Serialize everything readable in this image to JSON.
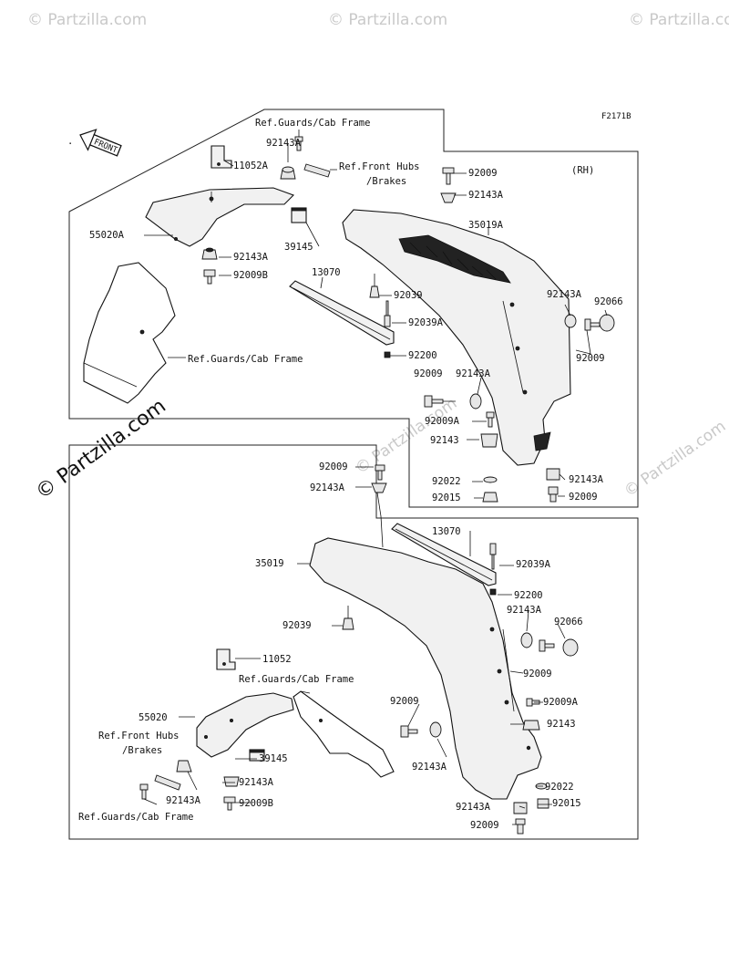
{
  "figure_code": "F2171B",
  "watermark": "© Partzilla.com",
  "front_label": "FRONT",
  "rh_label": "(RH)",
  "labels_top": {
    "ref_guards_cab_frame_1": "Ref.Guards/Cab Frame",
    "p92143A_a": "92143A",
    "p11052A": "11052A",
    "ref_front_hubs_1": "Ref.Front Hubs",
    "brakes_1": "/Brakes",
    "p92009_a": "92009",
    "p92143A_b": "92143A",
    "p55020A": "55020A",
    "p35019A": "35019A",
    "p92143A_c": "92143A",
    "p39145_a": "39145",
    "p92009B_a": "92009B",
    "p13070_a": "13070",
    "p92039_a": "92039",
    "p92143A_d": "92143A",
    "p92066_a": "92066",
    "p92039A_a": "92039A",
    "p92009_b": "92009",
    "ref_guards_cab_frame_2": "Ref.Guards/Cab Frame",
    "p92200_a": "92200",
    "p92009_c": "92009",
    "p92143A_e": "92143A",
    "p92009A_a": "92009A",
    "p92143_a": "92143",
    "p92022_a": "92022",
    "p92143A_f": "92143A",
    "p92015_a": "92015",
    "p92009_d": "92009"
  },
  "labels_bottom": {
    "p92009_e": "92009",
    "p92143A_g": "92143A",
    "p13070_b": "13070",
    "p35019": "35019",
    "p92039A_b": "92039A",
    "p92200_b": "92200",
    "p92143A_h": "92143A",
    "p92039_b": "92039",
    "p92066_b": "92066",
    "p11052": "11052",
    "p92009_f": "92009",
    "ref_guards_cab_frame_3": "Ref.Guards/Cab Frame",
    "p92009A_b": "92009A",
    "p92009_g": "92009",
    "p55020": "55020",
    "p92143_b": "92143",
    "ref_front_hubs_2": "Ref.Front Hubs",
    "brakes_2": "/Brakes",
    "p39145_b": "39145",
    "p92143A_i": "92143A",
    "p92143A_j": "92143A",
    "p92022_b": "92022",
    "p92143A_k": "92143A",
    "p92009B_b": "92009B",
    "p92015_b": "92015",
    "ref_guards_cab_frame_4": "Ref.Guards/Cab Frame",
    "p92009_h": "92009"
  }
}
